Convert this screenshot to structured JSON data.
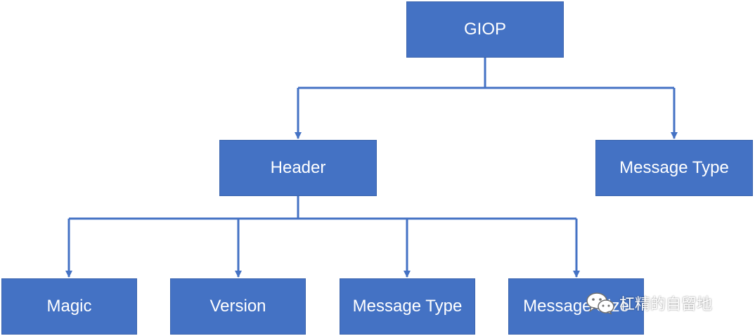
{
  "diagram": {
    "nodes": {
      "root": "GIOP",
      "header": "Header",
      "message_type_top": "Message Type",
      "magic": "Magic",
      "version": "Version",
      "message_type_bottom": "Message Type",
      "message_size": "Message Size"
    },
    "edges": [
      [
        "root",
        "header"
      ],
      [
        "root",
        "message_type_top"
      ],
      [
        "header",
        "magic"
      ],
      [
        "header",
        "version"
      ],
      [
        "header",
        "message_type_bottom"
      ],
      [
        "header",
        "message_size"
      ]
    ]
  },
  "watermark": {
    "text": "杠精的自留地",
    "icon": "wechat-icon"
  },
  "colors": {
    "node_fill": "#4472C4",
    "connector": "#4472C4",
    "node_text": "#ffffff"
  }
}
